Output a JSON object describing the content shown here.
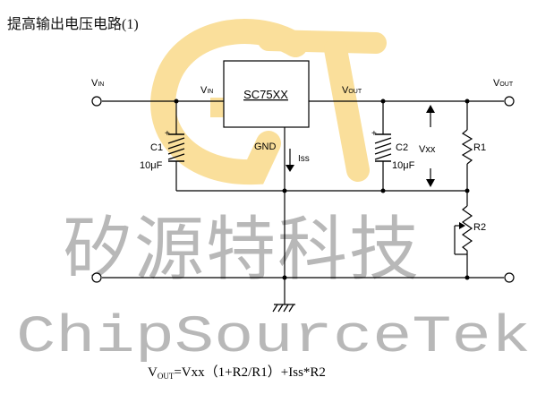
{
  "title": "提高输出电压电路(1)",
  "chip": {
    "name": "SC75XX",
    "pin_vin": "VIN",
    "pin_vout": "VOUT",
    "pin_gnd": "GND"
  },
  "terminals": {
    "vin": "VIN",
    "vout": "VOUT"
  },
  "components": {
    "c1": {
      "name": "C1",
      "value": "10μF"
    },
    "c2": {
      "name": "C2",
      "value": "10μF"
    },
    "r1": {
      "name": "R1"
    },
    "r2": {
      "name": "R2"
    },
    "iss": "Iss",
    "vxx": "Vxx"
  },
  "watermark": {
    "chinese": "矽源特科技",
    "english": "ChipSourceTek",
    "logo": "GT"
  },
  "formula": {
    "lhs_main": "V",
    "lhs_sub": "OUT",
    "rhs": "=Vxx（1+R2/R1）+Iss*R2"
  },
  "colors": {
    "line": "#000000",
    "watermark": "#b8b8b8",
    "logo": "#f6c64a"
  }
}
